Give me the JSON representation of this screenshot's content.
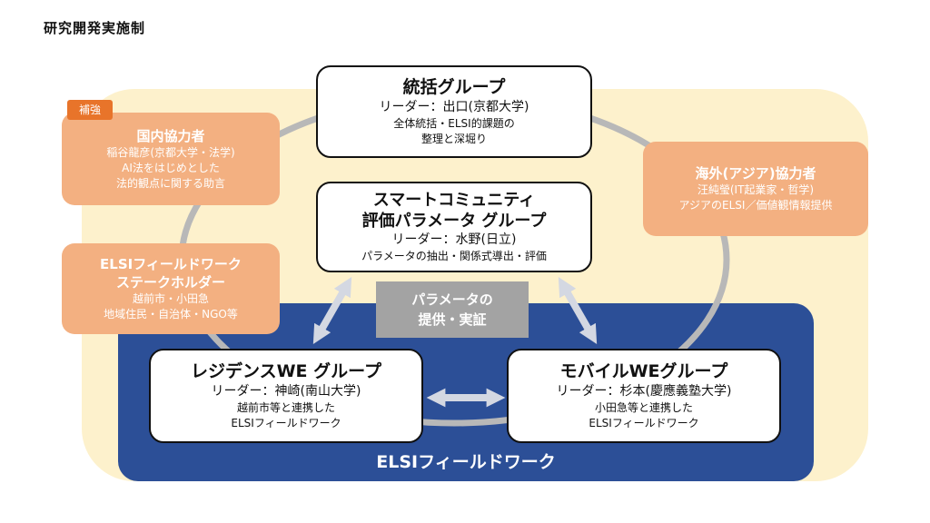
{
  "page_title": "研究開発実施制",
  "supplement_tag": "補強",
  "coordination": {
    "title": "統括グループ",
    "leader": "リーダー：出口(京都大学)",
    "desc": [
      "全体統括・ELSI的課題の",
      "整理と深堀り"
    ]
  },
  "smart": {
    "title": [
      "スマートコミュニティ",
      "評価パラメータ グループ"
    ],
    "leader": "リーダー：水野(日立)",
    "desc": "パラメータの抽出・関係式導出・評価"
  },
  "residence": {
    "title": "レジデンスWE グループ",
    "leader": "リーダー：神崎(南山大学)",
    "desc": [
      "越前市等と連携した",
      "ELSIフィールドワーク"
    ]
  },
  "mobile": {
    "title": "モバイルWEグループ",
    "leader": "リーダー：杉本(慶應義塾大学)",
    "desc": [
      "小田急等と連携した",
      "ELSIフィールドワーク"
    ]
  },
  "domestic": {
    "title": "国内協力者",
    "lines": [
      "稲谷龍彦(京都大学・法学)",
      "AI法をはじめとした",
      "法的観点に関する助言"
    ]
  },
  "stakeholder": {
    "title": [
      "ELSIフィールドワーク",
      "ステークホルダー"
    ],
    "lines": [
      "越前市・小田急",
      "地域住民・自治体・NGO等"
    ]
  },
  "overseas": {
    "title": "海外(アジア)協力者",
    "lines": [
      "汪純瑩(IT起業家・哲学)",
      "アジアのELSI／価値観情報提供"
    ]
  },
  "param_label": [
    "パラメータの",
    "提供・実証"
  ],
  "fieldwork_label": "ELSIフィールドワーク",
  "colors": {
    "cream": "#fdf1cc",
    "navy": "#2c4f97",
    "orange": "#f3b081",
    "tag_orange": "#e8742a",
    "gray": "#a3a3a3",
    "ring": "#b8b8b8",
    "arrow": "#d4d8e2"
  }
}
